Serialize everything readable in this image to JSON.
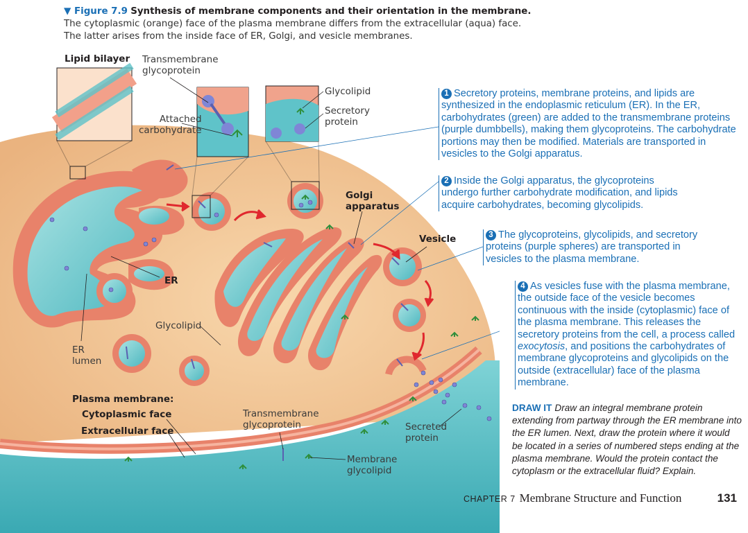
{
  "figure": {
    "marker": "▼",
    "label": "Figure 7.9",
    "title": "Synthesis of membrane components and their orientation in the membrane.",
    "caption_lines": [
      "The cytoplasmic (orange) face of the plasma membrane differs from the extracellular (aqua) face.",
      "The latter arises from the inside face of ER, Golgi, and vesicle membranes."
    ]
  },
  "labels": {
    "lipid_bilayer": "Lipid bilayer",
    "transmembrane_glycoprotein_top": [
      "Transmembrane",
      "glycoprotein"
    ],
    "attached_carbohydrate": [
      "Attached",
      "carbohydrate"
    ],
    "glycolipid_top": "Glycolipid",
    "secretory_protein": [
      "Secretory",
      "protein"
    ],
    "golgi_apparatus": [
      "Golgi",
      "apparatus"
    ],
    "vesicle": "Vesicle",
    "er": "ER",
    "glycolipid_mid": "Glycolipid",
    "er_lumen": [
      "ER",
      "lumen"
    ],
    "plasma_membrane": "Plasma membrane:",
    "cytoplasmic_face": "Cytoplasmic face",
    "extracellular_face": "Extracellular face",
    "transmembrane_glycoprotein_bottom": [
      "Transmembrane",
      "glycoprotein"
    ],
    "secreted_protein": [
      "Secreted",
      "protein"
    ],
    "membrane_glycolipid": [
      "Membrane",
      "glycolipid"
    ]
  },
  "steps": [
    {
      "number": "1",
      "text": "Secretory proteins, membrane proteins, and lipids are synthesized in the endoplasmic reticulum (ER). In the ER, carbohydrates (green) are added to the transmembrane proteins (purple dumbbells), making them glycoproteins. The carbohydrate portions may then be modified. Materials are transported in vesicles to the Golgi apparatus."
    },
    {
      "number": "2",
      "text": "Inside the Golgi apparatus, the glycoproteins undergo further carbohydrate modification, and lipids acquire carbohydrates, becoming glycolipids."
    },
    {
      "number": "3",
      "text": "The glycoproteins, glycolipids, and secretory proteins (purple spheres) are transported in vesicles to the plasma membrane."
    },
    {
      "number": "4",
      "text_before": "As vesicles fuse with the plasma membrane, the outside face of the vesicle becomes continuous with the inside (cytoplasmic) face of the plasma membrane. This releases the secretory proteins from the cell, a process called",
      "italic": "exocytosis",
      "text_after": ", and positions the carbohydrates of membrane glycoproteins and glycolipids on the outside (extracellular) face of the plasma membrane."
    }
  ],
  "draw_it": {
    "heading": "DRAW IT",
    "text": "Draw an integral membrane protein extending from partway through the ER membrane into the ER lumen. Next, draw the protein where it would be located in a series of numbered steps ending at the plasma membrane. Would the protein contact the cytoplasm or the extracellular fluid? Explain."
  },
  "footer": {
    "chapter": "CHAPTER 7",
    "chapter_title": "Membrane Structure and Function",
    "page_number": "131"
  },
  "colors": {
    "accent_blue": "#1a6fb5",
    "cytoplasm": "#f3c79a",
    "membrane_orange": "#e8826a",
    "lumen_aqua": "#5fc3c9",
    "protein_purple": "#7f86d6",
    "carbohydrate_green": "#2f8f3c"
  }
}
